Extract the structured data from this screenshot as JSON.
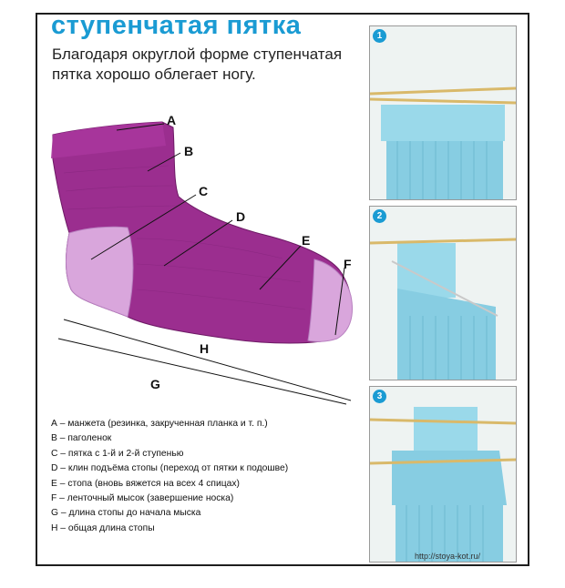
{
  "title": "ступенчатая пятка",
  "subtitle": "Благодаря округлой форме ступенчатая пятка хорошо облегает ногу.",
  "colors": {
    "title": "#1a9bd3",
    "sock_main": "#9b2e8f",
    "sock_light": "#d9a6dc",
    "yarn_blue": "#8fd4e8",
    "needle": "#d9b96a"
  },
  "labels": {
    "A": "A",
    "B": "B",
    "C": "C",
    "D": "D",
    "E": "E",
    "F": "F",
    "G": "G",
    "H": "H"
  },
  "legend": [
    "А – манжета (резинка, закрученная планка и т. п.)",
    "В – паголенок",
    "С – пятка с 1-й и 2-й ступенью",
    "D – клин подъёма стопы (переход от пятки к подошве)",
    "Е – стопа (вновь вяжется на всех 4 спицах)",
    "F – ленточный мысок (завершение носка)",
    "G – длина стопы до начала мыска",
    "H – общая длина стопы"
  ],
  "steps": [
    "1",
    "2",
    "3"
  ],
  "watermark": "http://stoya-kot.ru/"
}
